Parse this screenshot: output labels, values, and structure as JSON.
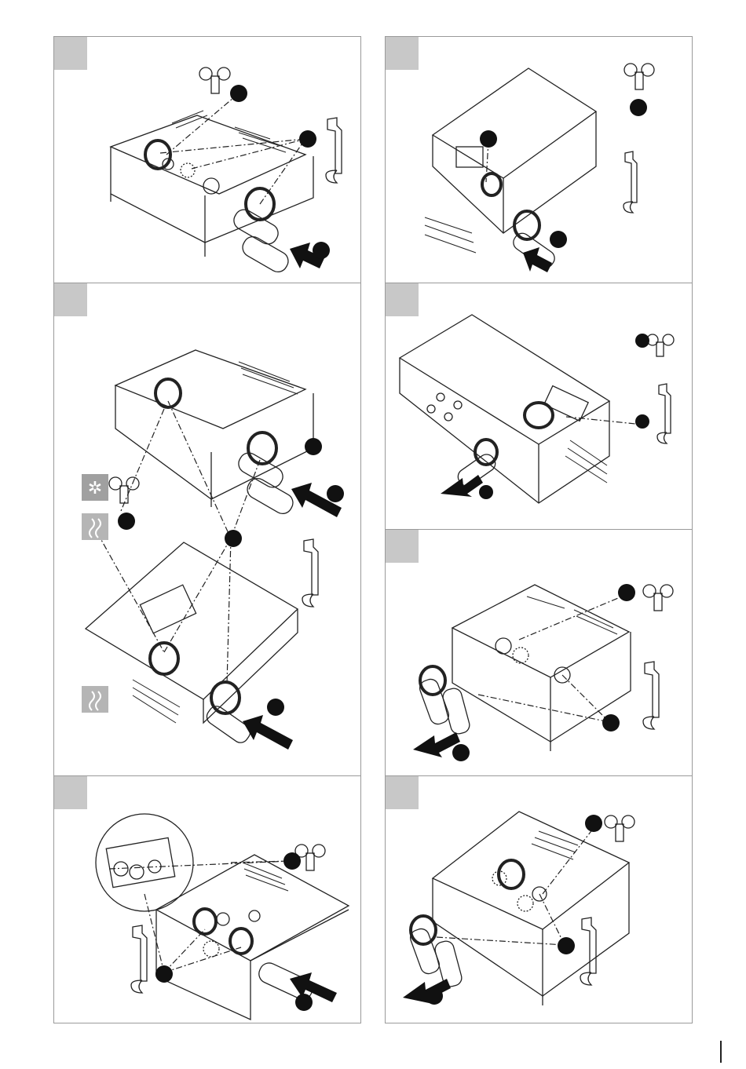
{
  "page": {
    "panels": [
      {
        "id": "p1",
        "steps": 3,
        "tools": [
          "bleed-key-icon",
          "wrench-icon"
        ]
      },
      {
        "id": "p2",
        "steps": 3,
        "tools": [
          "bleed-key-icon",
          "wrench-icon"
        ]
      },
      {
        "id": "p3",
        "steps": 4,
        "tools": [
          "bleed-key-icon",
          "wrench-icon",
          "snowflake-icon",
          "heat-wave-icon"
        ]
      },
      {
        "id": "p4",
        "steps": 3,
        "tools": [
          "bleed-key-icon",
          "wrench-icon"
        ]
      },
      {
        "id": "p5",
        "steps": 3,
        "tools": [
          "bleed-key-icon",
          "wrench-icon"
        ]
      },
      {
        "id": "p6",
        "steps": 3,
        "tools": [
          "bleed-key-icon",
          "wrench-icon"
        ]
      },
      {
        "id": "p7",
        "steps": 3,
        "tools": [
          "bleed-key-icon",
          "wrench-icon"
        ]
      },
      {
        "id": "p8",
        "steps": 3,
        "tools": [
          "bleed-key-icon",
          "wrench-icon"
        ]
      }
    ],
    "colors": {
      "frame": "#9a9a9a",
      "tag": "#c8c8c8",
      "ink": "#111111",
      "symbol_bg": "#a0a0a0"
    }
  }
}
